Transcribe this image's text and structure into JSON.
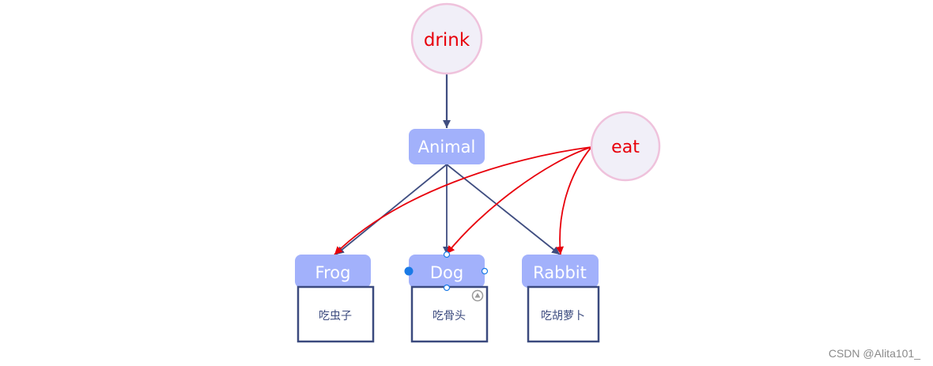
{
  "diagram": {
    "nodes": {
      "drink": {
        "label": "drink"
      },
      "eat": {
        "label": "eat"
      },
      "animal": {
        "label": "Animal"
      },
      "frog": {
        "label": "Frog",
        "note": "吃虫子"
      },
      "dog": {
        "label": "Dog",
        "note": "吃骨头"
      },
      "rabbit": {
        "label": "Rabbit",
        "note": "吃胡萝卜"
      }
    },
    "colors": {
      "interface_fill": "#f1eff8",
      "interface_stroke": "#efc2dc",
      "interface_text": "#e8000b",
      "class_fill": "#a2b1fb",
      "class_text": "#ffffff",
      "note_border": "#3b4a7e",
      "note_text": "#3b4a7e",
      "inherit_edge": "#3f4d80",
      "eat_edge": "#e8000b",
      "selection_handle": "#1a7ae6"
    }
  },
  "watermark": "CSDN @Alita101_"
}
